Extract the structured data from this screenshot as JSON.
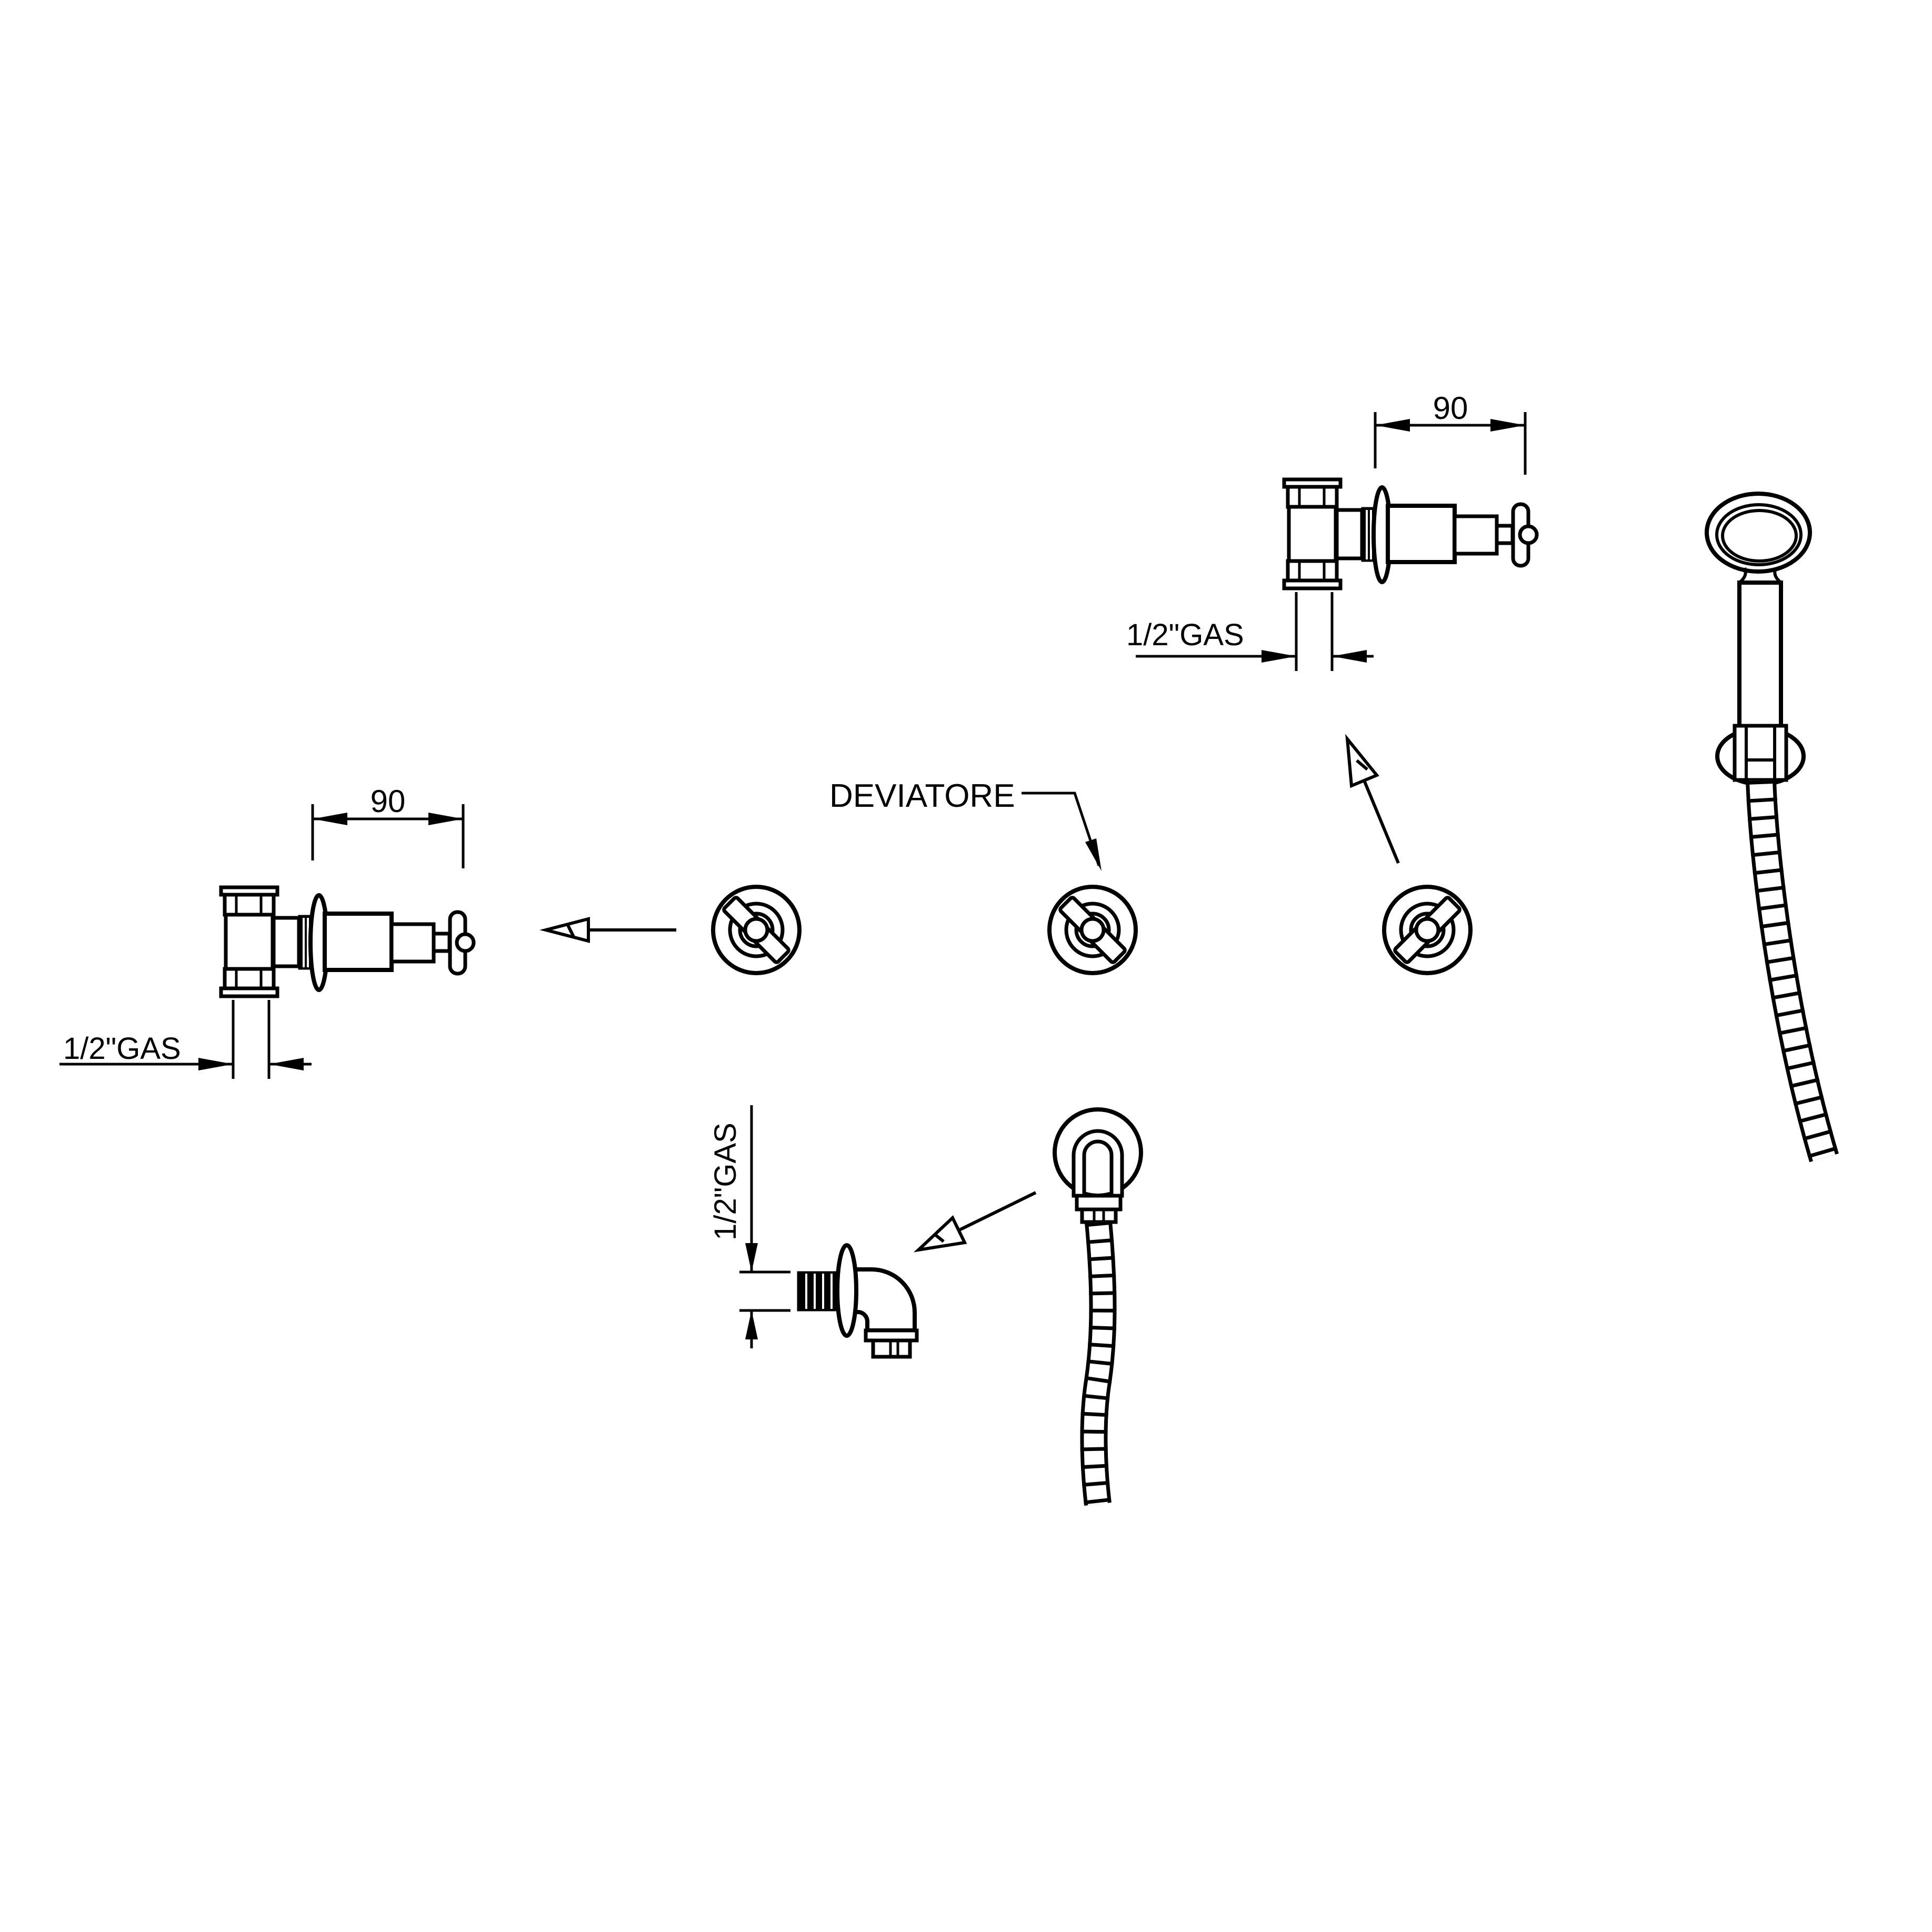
{
  "diagram": {
    "background_color": "#ffffff",
    "line_color": "#000000",
    "labels": {
      "deviatore": "DEVIATORE",
      "dim_90_left": "90",
      "dim_90_right": "90",
      "gas_left": "1/2\"GAS",
      "gas_right": "1/2\"GAS",
      "gas_outlet": "1/2\"GAS"
    }
  }
}
